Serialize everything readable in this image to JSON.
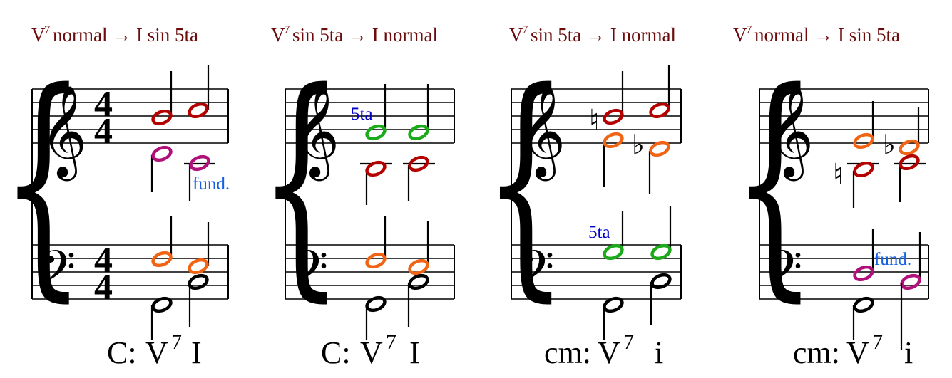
{
  "colors": {
    "title": "#6b0b0b",
    "red": "#b30000",
    "orange": "#f06414",
    "green": "#1aaa1a",
    "purple": "#b0107a",
    "blue_annotation": "#1560e6",
    "navy_annotation": "#0000cc",
    "black": "#000000"
  },
  "examples": [
    {
      "title": {
        "v": "V",
        "sup": "7",
        "text": " normal → I sin 5ta"
      },
      "roman": {
        "key": "C:",
        "chord1": "V",
        "chord1_sup": "7",
        "chord2": "I"
      },
      "annotations": [
        {
          "text": "fund.",
          "color": "blue_annotation"
        }
      ],
      "time_signature": {
        "top": "4",
        "bottom": "4"
      }
    },
    {
      "title": {
        "v": "V",
        "sup": "7",
        "text": " sin 5ta → I normal"
      },
      "roman": {
        "key": "C:",
        "chord1": "V",
        "chord1_sup": "7",
        "chord2": "I"
      },
      "annotations": [
        {
          "text": "5ta",
          "color": "navy_annotation"
        }
      ]
    },
    {
      "title": {
        "v": "V",
        "sup": "7",
        "text": " sin 5ta → I normal"
      },
      "roman": {
        "key": "cm:",
        "chord1": "V",
        "chord1_sup": "7",
        "chord2": "i"
      },
      "annotations": [
        {
          "text": "5ta",
          "color": "navy_annotation"
        }
      ]
    },
    {
      "title": {
        "v": "V",
        "sup": "7",
        "text": " normal → I sin 5ta"
      },
      "roman": {
        "key": "cm:",
        "chord1": "V",
        "chord1_sup": "7",
        "chord2": "i"
      },
      "annotations": [
        {
          "text": "fund.",
          "color": "blue_annotation"
        }
      ]
    }
  ],
  "glyphs": {
    "treble_clef": "𝄞",
    "bass_clef": "𝄢",
    "flat": "♭",
    "natural": "♮",
    "brace": "{"
  }
}
